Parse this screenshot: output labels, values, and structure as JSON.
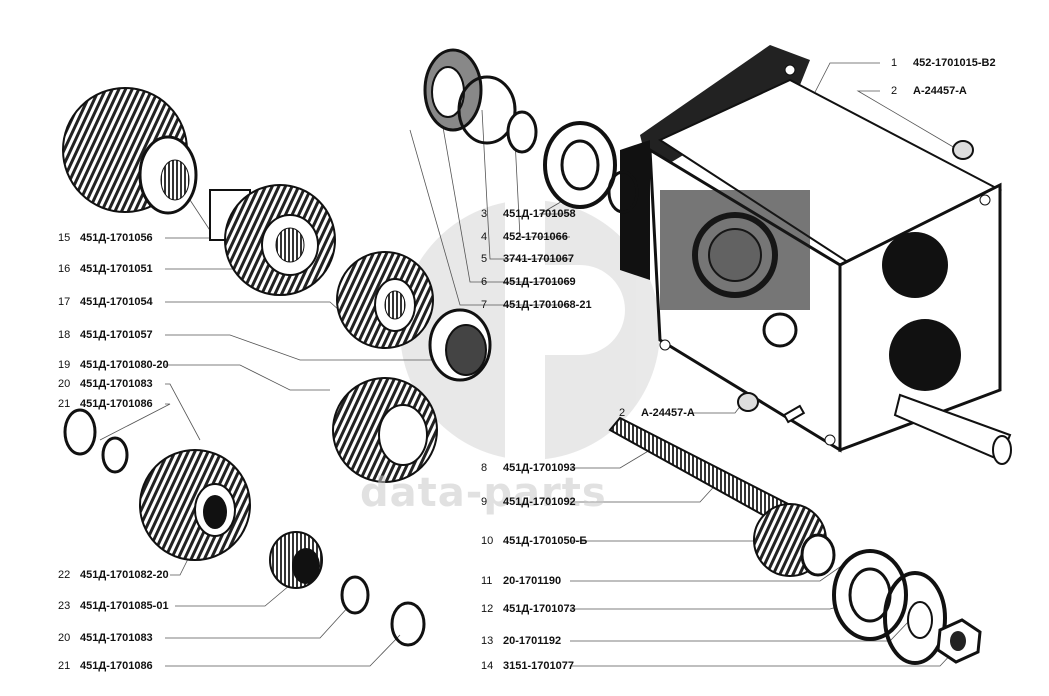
{
  "watermark": {
    "text": "data-parts",
    "logo": "dp-circle-logo"
  },
  "callouts": [
    {
      "num": "1",
      "code": "452-1701015-В2"
    },
    {
      "num": "2",
      "code": "А-24457-А"
    },
    {
      "num": "3",
      "code": "451Д-1701058"
    },
    {
      "num": "4",
      "code": "452-1701066"
    },
    {
      "num": "5",
      "code": "3741-1701067"
    },
    {
      "num": "6",
      "code": "451Д-1701069"
    },
    {
      "num": "7",
      "code": "451Д-1701068-21"
    },
    {
      "num": "2",
      "code": "А-24457-А"
    },
    {
      "num": "8",
      "code": "451Д-1701093"
    },
    {
      "num": "9",
      "code": "451Д-1701092"
    },
    {
      "num": "10",
      "code": "451Д-1701050-Б"
    },
    {
      "num": "11",
      "code": "20-1701190"
    },
    {
      "num": "12",
      "code": "451Д-1701073"
    },
    {
      "num": "13",
      "code": "20-1701192"
    },
    {
      "num": "14",
      "code": "3151-1701077"
    },
    {
      "num": "15",
      "code": "451Д-1701056"
    },
    {
      "num": "16",
      "code": "451Д-1701051"
    },
    {
      "num": "17",
      "code": "451Д-1701054"
    },
    {
      "num": "18",
      "code": "451Д-1701057"
    },
    {
      "num": "19",
      "code": "451Д-1701080-20"
    },
    {
      "num": "20",
      "code": "451Д-1701083"
    },
    {
      "num": "21",
      "code": "451Д-1701086"
    },
    {
      "num": "22",
      "code": "451Д-1701082-20"
    },
    {
      "num": "23",
      "code": "451Д-1701085-01"
    },
    {
      "num": "20",
      "code": "451Д-1701083"
    },
    {
      "num": "21",
      "code": "451Д-1701086"
    }
  ]
}
